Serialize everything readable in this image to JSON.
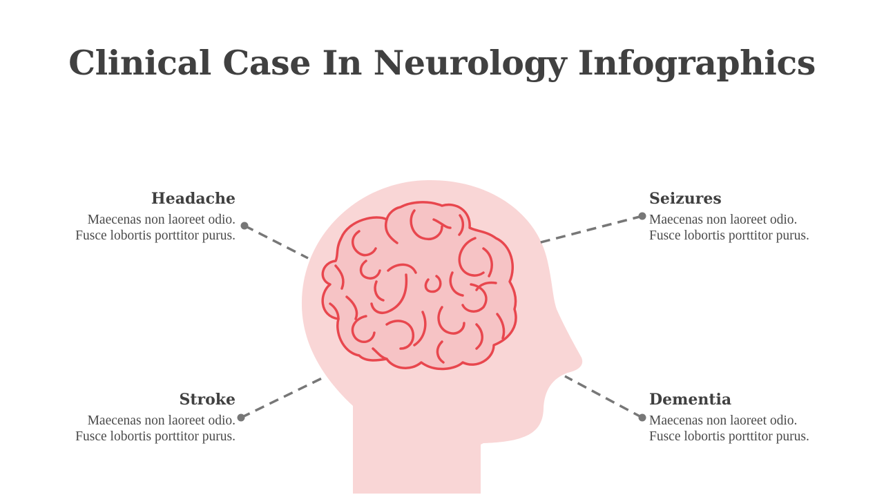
{
  "title": "Clinical Case In Neurology Infographics",
  "colors": {
    "head": "#f9d6d6",
    "brain_fill": "#f6c3c5",
    "brain_stroke": "#e8474e",
    "connector": "#777777",
    "text": "#404040"
  },
  "callouts": {
    "headache": {
      "title": "Headache",
      "line1": "Maecenas non laoreet odio.",
      "line2": "Fusce lobortis porttitor purus."
    },
    "stroke": {
      "title": "Stroke",
      "line1": "Maecenas non laoreet odio.",
      "line2": "Fusce lobortis porttitor purus."
    },
    "seizures": {
      "title": "Seizures",
      "line1": "Maecenas non laoreet odio.",
      "line2": "Fusce lobortis porttitor purus."
    },
    "dementia": {
      "title": "Dementia",
      "line1": "Maecenas non laoreet odio.",
      "line2": "Fusce lobortis porttitor purus."
    }
  },
  "icons": {
    "head": "head-profile-icon",
    "brain": "brain-icon"
  }
}
